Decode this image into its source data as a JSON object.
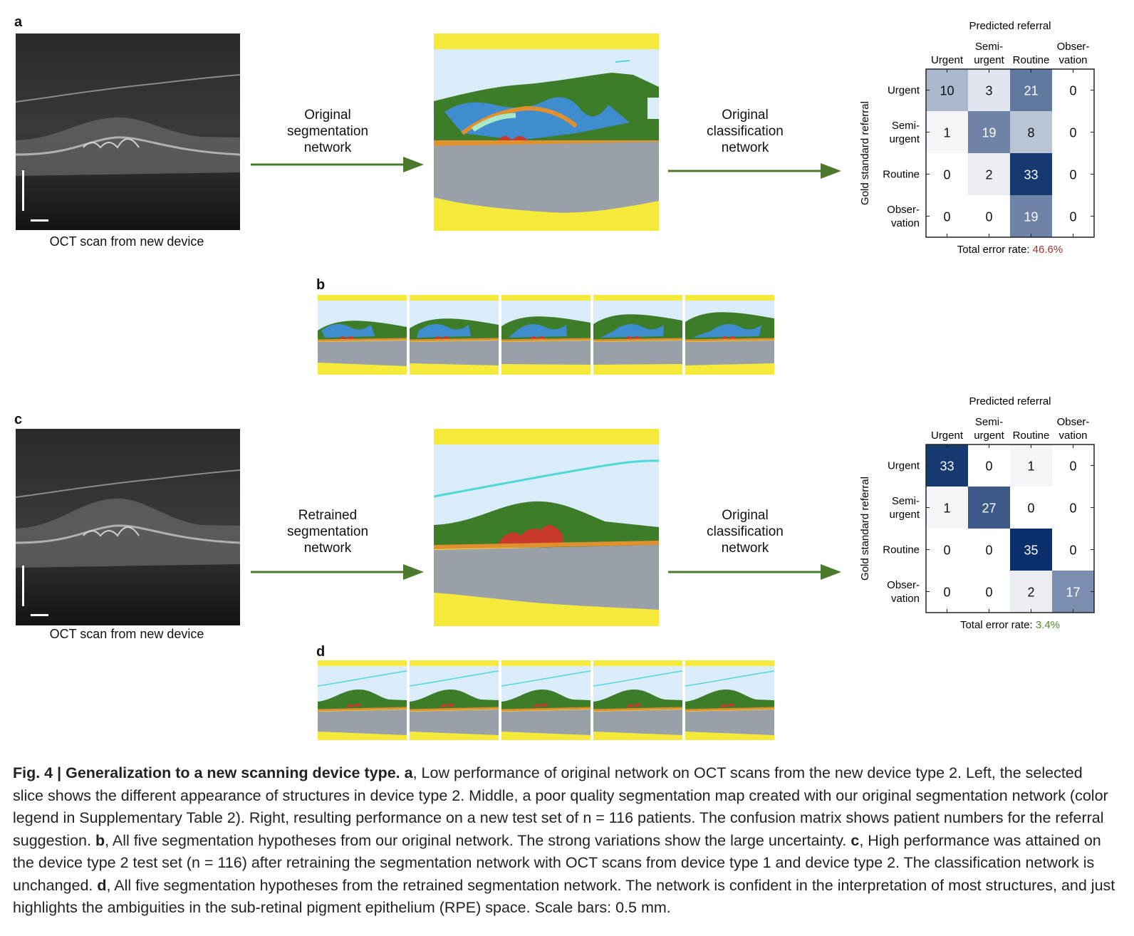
{
  "panels": {
    "a": "a",
    "b": "b",
    "c": "c",
    "d": "d"
  },
  "oct_caption": "OCT scan from new device",
  "arrows": {
    "a_left": [
      "Original",
      "segmentation",
      "network"
    ],
    "a_right": [
      "Original",
      "classification",
      "network"
    ],
    "c_left": [
      "Retrained",
      "segmentation",
      "network"
    ],
    "c_right": [
      "Original",
      "classification",
      "network"
    ]
  },
  "chart_data": [
    {
      "type": "heatmap",
      "title": "Predicted referral",
      "xlabel": "Predicted referral",
      "ylabel": "Gold standard referral",
      "columns": [
        [
          "Urgent"
        ],
        [
          "Semi-",
          "urgent"
        ],
        [
          "Routine"
        ],
        [
          "Obser-",
          "vation"
        ]
      ],
      "rows": [
        [
          "Urgent"
        ],
        [
          "Semi-",
          "urgent"
        ],
        [
          "Routine"
        ],
        [
          "Obser-",
          "vation"
        ]
      ],
      "values": [
        [
          10,
          3,
          21,
          0
        ],
        [
          1,
          19,
          8,
          0
        ],
        [
          0,
          2,
          33,
          0
        ],
        [
          0,
          0,
          19,
          0
        ]
      ],
      "footer_label": "Total error rate: ",
      "footer_value": "46.6%",
      "footer_color": "#a8322a",
      "color_scale": {
        "low": "#ffffff",
        "high": "#0b2f6b",
        "max": 35
      }
    },
    {
      "type": "heatmap",
      "title": "Predicted referral",
      "xlabel": "Predicted referral",
      "ylabel": "Gold standard referral",
      "columns": [
        [
          "Urgent"
        ],
        [
          "Semi-",
          "urgent"
        ],
        [
          "Routine"
        ],
        [
          "Obser-",
          "vation"
        ]
      ],
      "rows": [
        [
          "Urgent"
        ],
        [
          "Semi-",
          "urgent"
        ],
        [
          "Routine"
        ],
        [
          "Obser-",
          "vation"
        ]
      ],
      "values": [
        [
          33,
          0,
          1,
          0
        ],
        [
          1,
          27,
          0,
          0
        ],
        [
          0,
          0,
          35,
          0
        ],
        [
          0,
          0,
          2,
          17
        ]
      ],
      "footer_label": "Total error rate: ",
      "footer_value": "3.4%",
      "footer_color": "#4a8a2c",
      "color_scale": {
        "low": "#ffffff",
        "high": "#0b2f6b",
        "max": 35
      }
    }
  ],
  "seg_colors": {
    "vitreous": "#d9ecf7",
    "border": "#f5e93a",
    "retina": "#3d7d2a",
    "fluid": "#3f8ee0",
    "rpe": "#e0902f",
    "choroid": "#9aa0a8",
    "ped": "#c83a2a",
    "cyan": "#4fd8d8",
    "light": "#a8e8c8"
  },
  "caption": {
    "fig": "Fig. 4 | Generalization to a new scanning device type.",
    "a_label": "a",
    "a_text": ", Low performance of original network on OCT scans from the new device type 2. Left, the selected slice shows the different appearance of structures in device type 2. Middle, a poor quality segmentation map created with our original segmentation network (color legend in Supplementary Table 2). Right, resulting performance on a new test set of n = 116 patients. The confusion matrix shows patient numbers for the referral suggestion. ",
    "b_label": "b",
    "b_text": ", All five segmentation hypotheses from our original network. The strong variations show the large uncertainty. ",
    "c_label": "c",
    "c_text": ", High performance was attained on the device type 2 test set (n = 116) after retraining the segmentation network with OCT scans from device type 1 and device type 2. The classification network is unchanged. ",
    "d_label": "d",
    "d_text": ", All five segmentation hypotheses from the retrained segmentation network. The network is confident in the interpretation of most structures, and just highlights the ambiguities in the sub-retinal pigment epithelium (RPE) space. Scale bars: 0.5 mm."
  }
}
